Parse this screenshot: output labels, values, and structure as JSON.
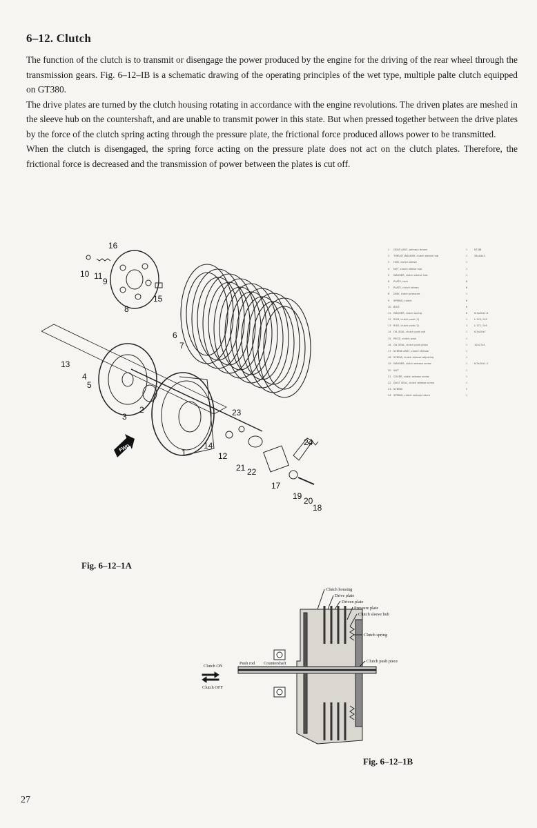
{
  "section": {
    "heading": "6–12. Clutch",
    "paragraphs": [
      "The function of the clutch is to transmit or disengage the power produced by the engine for the driving of the rear wheel through the transmission gears. Fig. 6–12–IB is a schematic drawing of the operating principles of the wet type, multiple palte clutch equipped on GT380.",
      "The drive plates are turned by the clutch housing rotating in accordance with the engine revolutions. The driven plates are meshed in the sleeve hub on the countershaft, and are unable to transmit power in this state. But when pressed together between the drive plates by the force of the clutch spring acting through the pressure plate, the frictional force produced allows power to be transmitted.",
      "When the clutch is disengaged, the spring force acting on the pressure plate does not act on the clutch plates. Therefore, the frictional force is decreased and the transmission of power between the plates is cut off."
    ]
  },
  "figure_a": {
    "caption": "Fig. 6–12–1A",
    "badge": "FWD",
    "callouts": [
      "1",
      "2",
      "3",
      "4",
      "5",
      "6",
      "7",
      "8",
      "9",
      "10",
      "11",
      "12",
      "13",
      "14",
      "15",
      "16",
      "17",
      "18",
      "19",
      "20",
      "21",
      "22",
      "23",
      "24"
    ]
  },
  "parts_list": [
    {
      "no": "1",
      "desc": "GEAR ASSY, primary driven",
      "qty": "1",
      "note": "NT-88"
    },
    {
      "no": "2",
      "desc": "THRUST WASHER, clutch sleeve hub",
      "qty": "1",
      "note": "28x44x3"
    },
    {
      "no": "3",
      "desc": "HUB, clutch sleeve",
      "qty": "1",
      "note": ""
    },
    {
      "no": "4",
      "desc": "NUT, clutch sleeve hub",
      "qty": "1",
      "note": ""
    },
    {
      "no": "5",
      "desc": "WASHER, clutch sleeve hub",
      "qty": "1",
      "note": ""
    },
    {
      "no": "6",
      "desc": "PLATE, cork",
      "qty": "6",
      "note": ""
    },
    {
      "no": "7",
      "desc": "PLATE, clutch driven",
      "qty": "6",
      "note": ""
    },
    {
      "no": "8",
      "desc": "DISK, clutch pressure",
      "qty": "1",
      "note": ""
    },
    {
      "no": "9",
      "desc": "SPRING, clutch",
      "qty": "6",
      "note": ""
    },
    {
      "no": "10",
      "desc": "BOLT",
      "qty": "6",
      "note": ""
    },
    {
      "no": "11",
      "desc": "WASHER, clutch spring",
      "qty": "6",
      "note": "6.5x20x1.6"
    },
    {
      "no": "12",
      "desc": "ROD, clutch push (1)",
      "qty": "1",
      "note": "L:125, D:6"
    },
    {
      "no": "13",
      "desc": "ROD, clutch push (2)",
      "qty": "1",
      "note": "L:171, D:6"
    },
    {
      "no": "14",
      "desc": "OIL SEAL, clutch push rod",
      "qty": "1",
      "note": "6.5x20x7"
    },
    {
      "no": "15",
      "desc": "PIECE, clutch push",
      "qty": "1",
      "note": ""
    },
    {
      "no": "16",
      "desc": "OIL SEAL, clutch push piece",
      "qty": "1",
      "note": "10x17x5"
    },
    {
      "no": "17",
      "desc": "SCREW ASSY, clutch release",
      "qty": "1",
      "note": ""
    },
    {
      "no": "18",
      "desc": "SCREW, clutch release adjusting",
      "qty": "1",
      "note": ""
    },
    {
      "no": "19",
      "desc": "WASHER, clutch release screw",
      "qty": "1",
      "note": "6.5x20x1.2"
    },
    {
      "no": "20",
      "desc": "NUT",
      "qty": "1",
      "note": ""
    },
    {
      "no": "21",
      "desc": "COVER, clutch release screw",
      "qty": "1",
      "note": ""
    },
    {
      "no": "22",
      "desc": "DUST SEAL, clutch release screw",
      "qty": "1",
      "note": ""
    },
    {
      "no": "23",
      "desc": "SCREW",
      "qty": "2",
      "note": ""
    },
    {
      "no": "24",
      "desc": "SPRING, clutch release return",
      "qty": "1",
      "note": ""
    }
  ],
  "figure_b": {
    "caption": "Fig. 6–12–1B",
    "labels": {
      "clutch_housing": "Clutch housing",
      "drive_plate": "Drive plate",
      "driven_plate": "Driven plate",
      "pressure_plate": "Pressure plate",
      "clutch_sleeve_hub": "Clutch sleeve hub",
      "clutch_spring": "Clutch spring",
      "clutch_push_piece": "Clutch push piece",
      "clutch_on": "Clutch ON",
      "clutch_off": "Clutch OFF",
      "push_rod": "Push rod",
      "countershaft": "Countershaft"
    }
  },
  "page_number": "27"
}
